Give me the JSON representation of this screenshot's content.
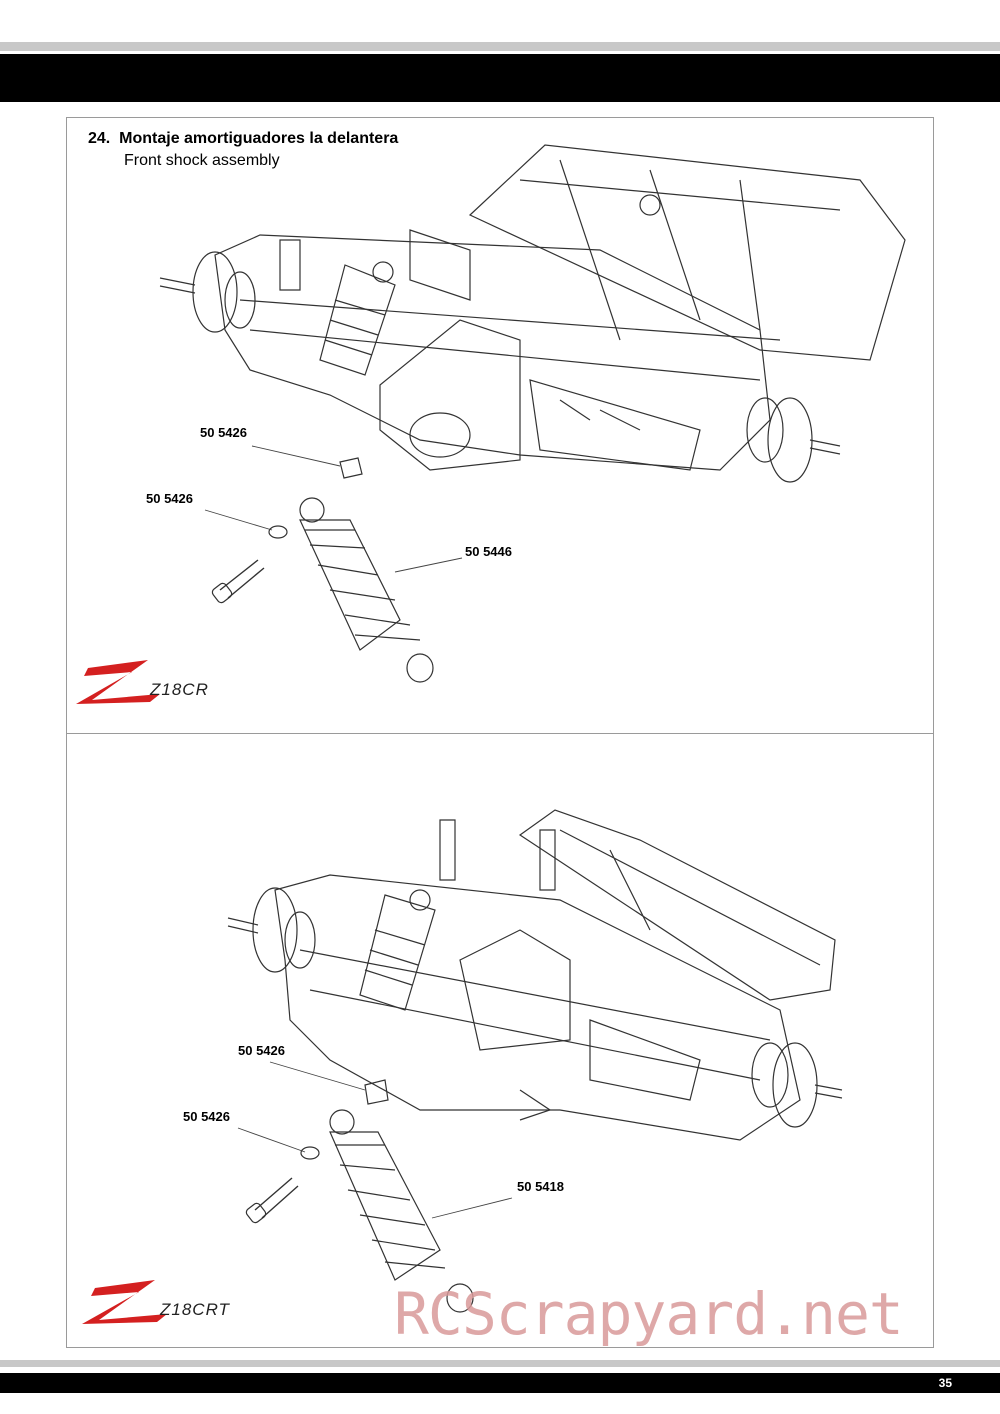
{
  "step": {
    "number": "24.",
    "title_es": "Montaje amortiguadores la delantera",
    "title_en": "Front shock assembly"
  },
  "top_panel": {
    "logo": "Z18CR",
    "labels": [
      "50 5426",
      "50 5426",
      "50 5446"
    ]
  },
  "bottom_panel": {
    "logo": "Z18CRT",
    "labels": [
      "50 5426",
      "50 5426",
      "50 5418"
    ]
  },
  "page_number": "35",
  "watermark": "RCScrapyard.net",
  "colors": {
    "logo_red": "#d42020",
    "bar": "#000000",
    "rule": "#c8c8c8",
    "watermark": "#d99a9a"
  }
}
